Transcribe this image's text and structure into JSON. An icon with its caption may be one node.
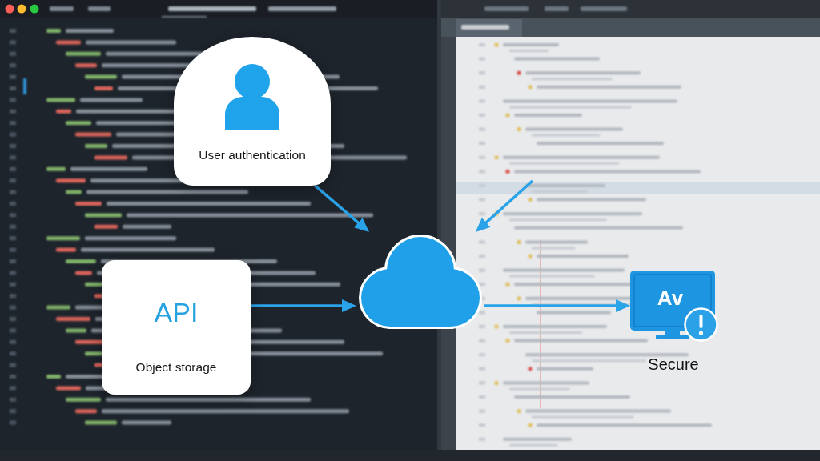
{
  "diagram": {
    "nodes": [
      {
        "text": [
          "User authentication"
        ]
      },
      {
        "text": [
          "API",
          "Object storage"
        ]
      },
      {
        "text": [],
        "shape": "cloud"
      },
      {
        "text": [
          "Av"
        ],
        "beside": [
          "Secure"
        ]
      }
    ],
    "edges": [
      {
        "from": 0,
        "to": 2,
        "arrow": "to"
      },
      {
        "from": null,
        "to": 2,
        "arrow": "to"
      },
      {
        "from": 1,
        "to": 2,
        "arrow": "to"
      },
      {
        "from": 2,
        "to": 3,
        "arrow": "to"
      }
    ]
  }
}
